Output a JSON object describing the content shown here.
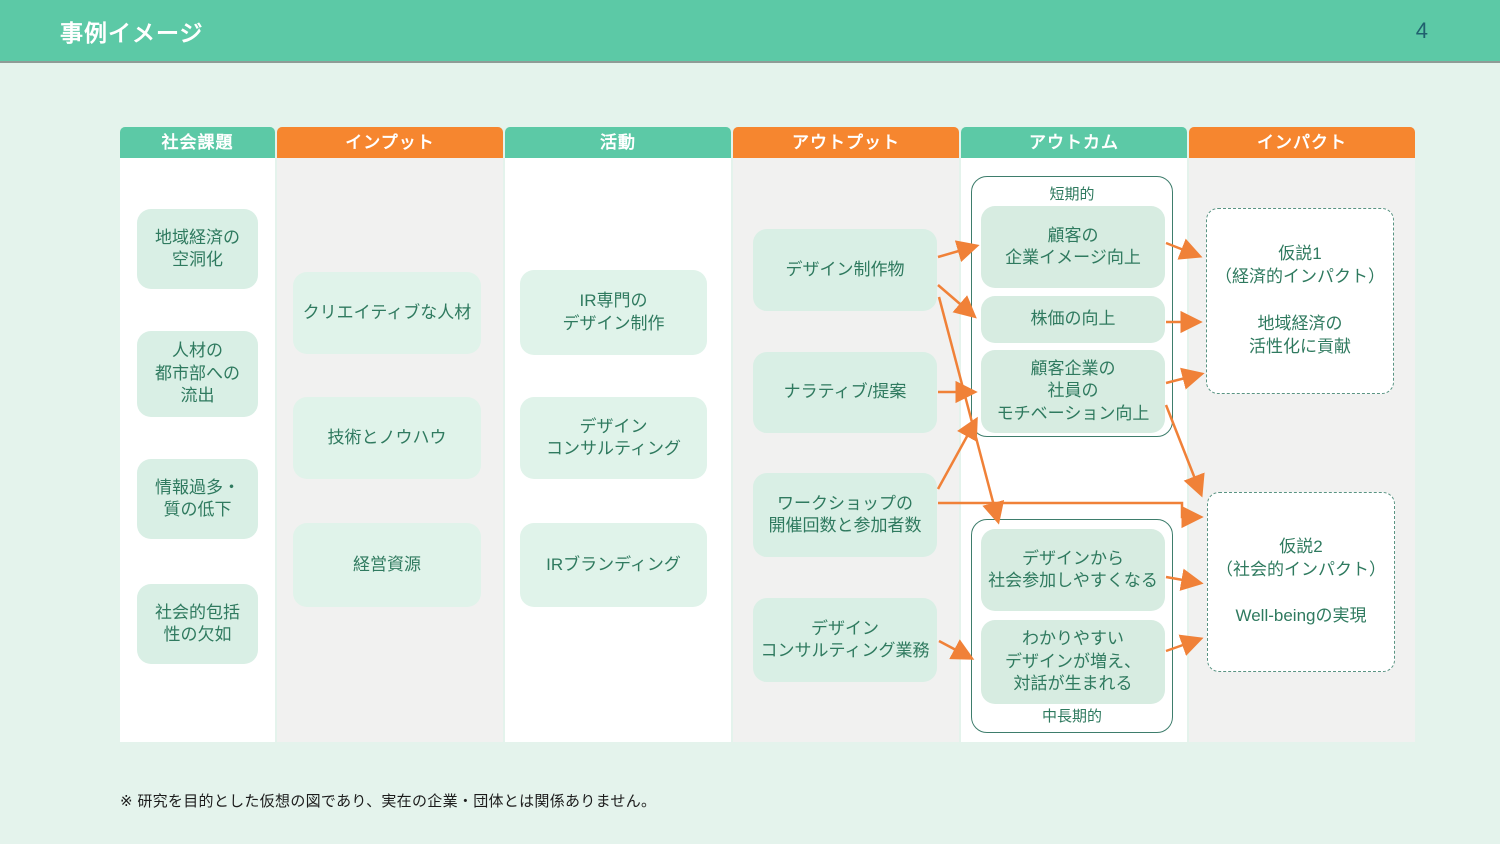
{
  "header": {
    "title": "事例イメージ",
    "page_number": "4"
  },
  "columns": [
    {
      "label": "社会課題",
      "color": "#5CC9A6"
    },
    {
      "label": "インプット",
      "color": "#F6862F"
    },
    {
      "label": "活動",
      "color": "#5CC9A6"
    },
    {
      "label": "アウトプット",
      "color": "#F6862F"
    },
    {
      "label": "アウトカム",
      "color": "#5CC9A6"
    },
    {
      "label": "インパクト",
      "color": "#F6862F"
    }
  ],
  "social_issues": {
    "items": [
      "地域経済の\n空洞化",
      "人材の\n都市部への\n流出",
      "情報過多・\n質の低下",
      "社会的包括\n性の欠如"
    ]
  },
  "inputs": {
    "items": [
      "クリエイティブな人材",
      "技術とノウハウ",
      "経営資源"
    ]
  },
  "activities": {
    "items": [
      "IR専門の\nデザイン制作",
      "デザイン\nコンサルティング",
      "IRブランディング"
    ]
  },
  "outputs": {
    "items": [
      "デザイン制作物",
      "ナラティブ/提案",
      "ワークショップの\n開催回数と参加者数",
      "デザイン\nコンサルティング業務"
    ]
  },
  "outcomes": {
    "short_term": {
      "label": "短期的",
      "items": [
        "顧客の\n企業イメージ向上",
        "株価の向上",
        "顧客企業の\n社員の\nモチベーション向上"
      ]
    },
    "mid_long_term": {
      "label": "中長期的",
      "items": [
        "デザインから\n社会参加しやすくなる",
        "わかりやすい\nデザインが増え、\n対話が生まれる"
      ]
    }
  },
  "impacts": {
    "hypothesis1": {
      "title": "仮説1\n（経済的インパクト）",
      "body": "地域経済の\n活性化に貢献"
    },
    "hypothesis2": {
      "title": "仮説2\n（社会的インパクト）",
      "body": "Well-beingの実現"
    }
  },
  "footnote": "※ 研究を目的とした仮想の図であり、実在の企業・団体とは関係ありません。",
  "colors": {
    "teal": "#5CC9A6",
    "orange": "#F6862F",
    "arrow_orange": "#F08138",
    "box_mint": "#D9EFE5",
    "text_green": "#2F7A5F",
    "page_background": "#E4F3EC",
    "outcome_border": "#3E7D6C",
    "impact_border": "#5A9483"
  }
}
